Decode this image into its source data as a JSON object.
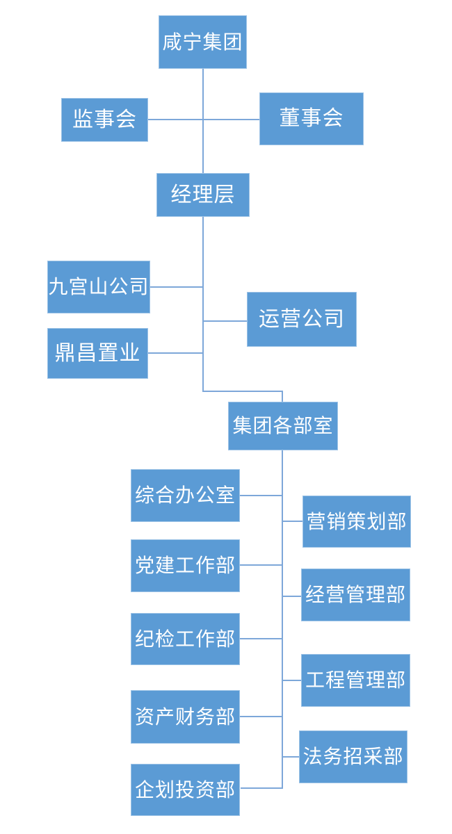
{
  "diagram": {
    "type": "org-chart",
    "company": "咸宁集团",
    "colors": {
      "box_fill": "#5b9bd5",
      "box_border": "#9dc3e6",
      "connector_line": "#7da7d9",
      "text": "#ffffff",
      "background": "#ffffff"
    }
  },
  "nodes": {
    "xianning_group": {
      "label": "咸宁集团"
    },
    "supervisory_board": {
      "label": "监事会"
    },
    "board_of_directors": {
      "label": "董事会"
    },
    "management": {
      "label": "经理层"
    },
    "jiugongshan": {
      "label": "九宫山公司"
    },
    "operations": {
      "label": "运营公司"
    },
    "dingchang": {
      "label": "鼎昌置业"
    },
    "group_departments": {
      "label": "集团各部室"
    },
    "general_office": {
      "label": "综合办公室"
    },
    "marketing": {
      "label": "营销策划部"
    },
    "party_building": {
      "label": "党建工作部"
    },
    "business_mgmt": {
      "label": "经营管理部"
    },
    "discipline": {
      "label": "纪检工作部"
    },
    "engineering": {
      "label": "工程管理部"
    },
    "asset_finance": {
      "label": "资产财务部"
    },
    "legal_procurement": {
      "label": "法务招采部"
    },
    "planning_investment": {
      "label": "企划投资部"
    }
  },
  "hierarchy": {
    "root": "xianning_group",
    "edges": [
      [
        "xianning_group",
        "supervisory_board"
      ],
      [
        "xianning_group",
        "board_of_directors"
      ],
      [
        "xianning_group",
        "management"
      ],
      [
        "management",
        "jiugongshan"
      ],
      [
        "management",
        "operations"
      ],
      [
        "management",
        "dingchang"
      ],
      [
        "management",
        "group_departments"
      ],
      [
        "group_departments",
        "general_office"
      ],
      [
        "group_departments",
        "marketing"
      ],
      [
        "group_departments",
        "party_building"
      ],
      [
        "group_departments",
        "business_mgmt"
      ],
      [
        "group_departments",
        "discipline"
      ],
      [
        "group_departments",
        "engineering"
      ],
      [
        "group_departments",
        "asset_finance"
      ],
      [
        "group_departments",
        "legal_procurement"
      ],
      [
        "group_departments",
        "planning_investment"
      ]
    ]
  }
}
